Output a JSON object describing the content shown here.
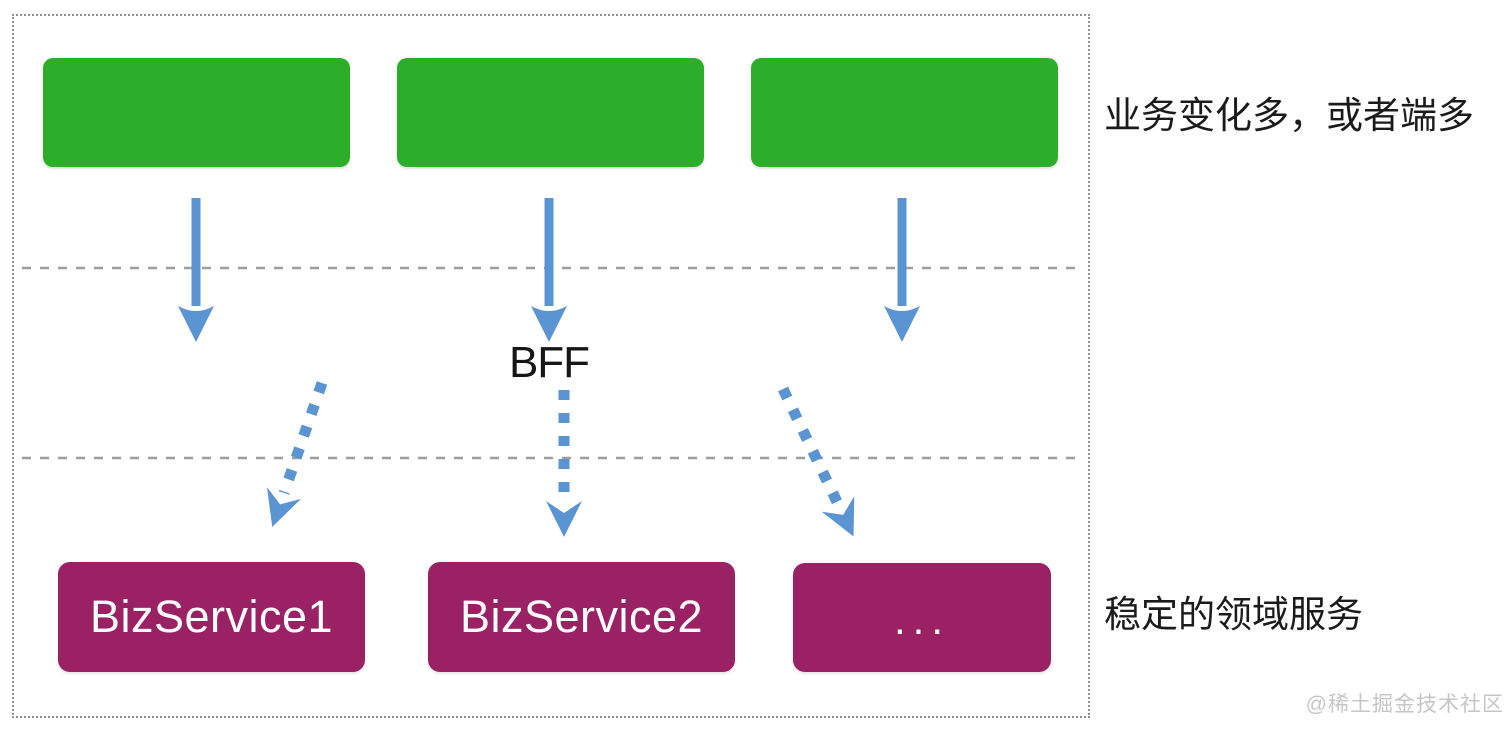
{
  "diagram": {
    "title_label": "BFF",
    "top_row": {
      "annotation": "业务变化多，或者端多",
      "boxes": [
        {
          "label": ""
        },
        {
          "label": ""
        },
        {
          "label": ""
        }
      ]
    },
    "bottom_row": {
      "annotation": "稳定的领域服务",
      "boxes": [
        {
          "label": "BizService1"
        },
        {
          "label": "BizService2"
        },
        {
          "label": "..."
        }
      ]
    },
    "arrows": {
      "solid_down_count": 3,
      "dashed_down_count": 3
    },
    "colors": {
      "frontend_box_green": "#2dae2b",
      "service_box_magenta": "#9a2164",
      "arrow_blue": "#5b94d2",
      "layer_divider_gray": "#9e9e9e",
      "frame_border_gray": "#8f8f8f",
      "annotation_text": "#1b1b1b",
      "watermark_gray": "#c6c6c6"
    }
  },
  "watermark": "@稀土掘金技术社区"
}
